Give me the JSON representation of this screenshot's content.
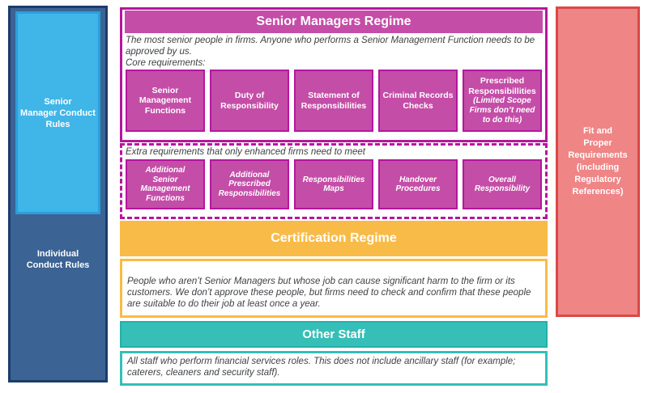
{
  "colors": {
    "magenta_fill": "#c44da7",
    "magenta_border": "#b5169e",
    "yellow": "#f9bb47",
    "teal_fill": "#35bfb7",
    "teal_border": "#23b0a8",
    "red_fill": "#ef8585",
    "red_border": "#db4848",
    "dark_blue_fill": "#3b6394",
    "dark_blue_border": "#1b3c6b",
    "light_blue_fill": "#40b5e8",
    "light_blue_border": "#2b9fd9",
    "text_dark": "#3f4144"
  },
  "left_panel": {
    "inner_label": "Senior\nManager Conduct\nRules",
    "outer_label": "Individual\nConduct Rules"
  },
  "right_panel": {
    "label": "Fit and\nProper\nRequirements\n(including\nRegulatory\nReferences)"
  },
  "smr": {
    "title": "Senior Managers Regime",
    "description": "The most senior people in firms. Anyone who performs a Senior Management Function needs to be approved by us.",
    "core_label": "Core requirements:",
    "core_boxes": [
      {
        "title": "Senior\nManagement\nFunctions"
      },
      {
        "title": "Duty of\nResponsibility"
      },
      {
        "title": "Statement of\nResponsibilities"
      },
      {
        "title": "Criminal Records\nChecks"
      },
      {
        "title": "Prescribed\nResponsibillities",
        "note": "(Limited Scope\nFirms don’t need\nto do this)"
      }
    ],
    "extra_label": "Extra requirements that only enhanced firms need to meet",
    "extra_boxes": [
      {
        "title": "Additional\nSenior\nManagement\nFunctions"
      },
      {
        "title": "Additional\nPrescribed\nResponsibilities"
      },
      {
        "title": "Responsibilities\nMaps"
      },
      {
        "title": "Handover\nProcedures"
      },
      {
        "title": "Overall\nResponsibility"
      }
    ]
  },
  "certification": {
    "title": "Certification Regime",
    "description": "People who aren’t Senior Managers but whose job can cause significant harm to the firm or its customers. We don’t approve these people, but firms need to check and confirm that these people are suitable to do their job at least once a year."
  },
  "other_staff": {
    "title": "Other Staff",
    "description": "All staff who perform financial services roles. This does not include ancillary staff (for example; caterers, cleaners and security staff)."
  }
}
